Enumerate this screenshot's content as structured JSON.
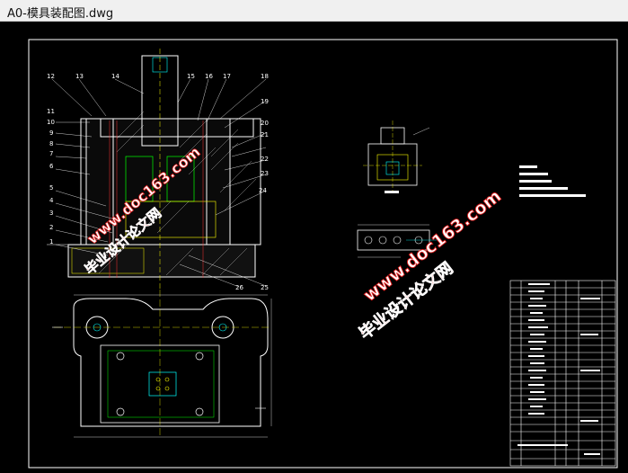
{
  "window": {
    "title": "A0-模具装配图.dwg"
  },
  "drawing": {
    "part_numbers": [
      "1",
      "2",
      "3",
      "4",
      "5",
      "6",
      "7",
      "8",
      "9",
      "10",
      "11",
      "12",
      "13",
      "14",
      "15",
      "16",
      "17",
      "18",
      "19",
      "20",
      "21",
      "22",
      "23",
      "24",
      "25",
      "26"
    ],
    "watermark_top": {
      "cn": "毕业设计论文网",
      "url": "www.doc163.com"
    },
    "watermark_right": {
      "cn": "毕业设计论文网",
      "url": "www.doc163.com"
    }
  },
  "colors": {
    "background": "#000000",
    "line_white": "#ffffff",
    "line_yellow": "#ffff00",
    "line_green": "#00ff00",
    "line_red": "#ff3333",
    "line_cyan": "#00ffff",
    "line_magenta": "#ff00ff",
    "line_blue": "#3366ff",
    "watermark_red": "#e02020",
    "watermark_white": "#ffffff"
  }
}
